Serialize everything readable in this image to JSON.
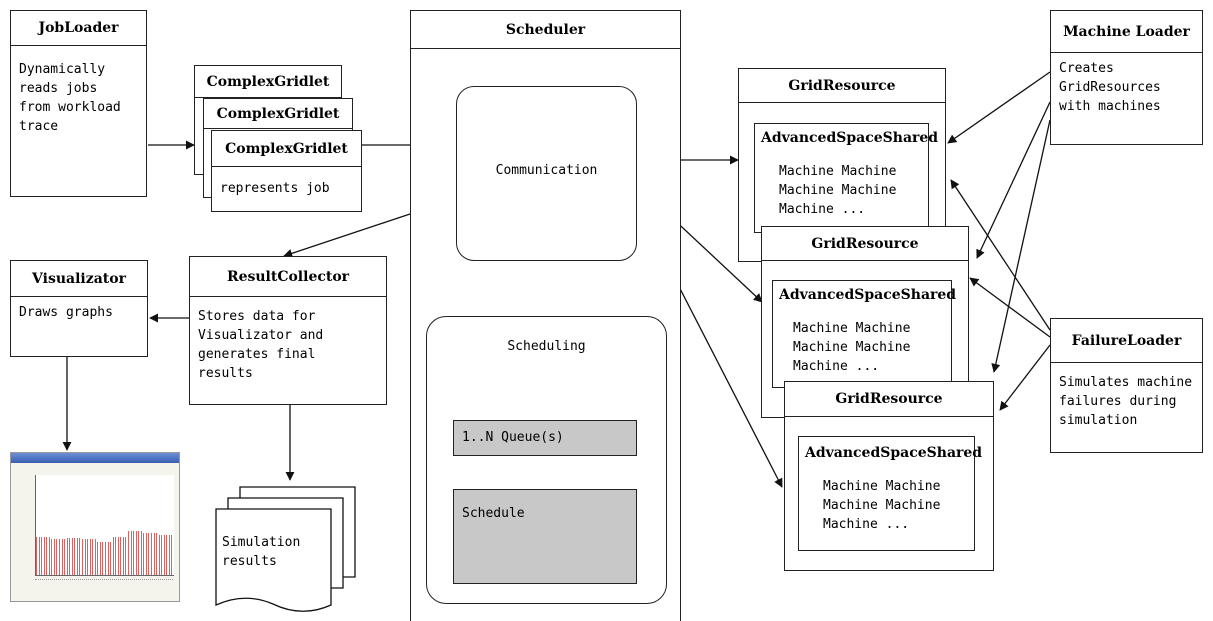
{
  "job_loader": {
    "title": "JobLoader",
    "text": "Dynamically\nreads jobs\nfrom workload\ntrace"
  },
  "gridlets": {
    "title1": "ComplexGridlet",
    "title2": "ComplexGridlet",
    "title3": "ComplexGridlet",
    "text": "represents job"
  },
  "scheduler": {
    "title": "Scheduler",
    "communication": "Communication",
    "scheduling": "Scheduling",
    "queues": "1..N Queue(s)",
    "schedule": "Schedule"
  },
  "grid_resources": [
    {
      "title": "GridResource",
      "inner_title": "AdvancedSpaceShared",
      "machines": "Machine Machine\nMachine Machine\nMachine ..."
    },
    {
      "title": "GridResource",
      "inner_title": "AdvancedSpaceShared",
      "machines": "Machine Machine\nMachine Machine\nMachine ..."
    },
    {
      "title": "GridResource",
      "inner_title": "AdvancedSpaceShared",
      "machines": "Machine Machine\nMachine Machine\nMachine ..."
    }
  ],
  "machine_loader": {
    "title": "Machine Loader",
    "text": "Creates\nGridResources\nwith machines"
  },
  "failure_loader": {
    "title": "FailureLoader",
    "text": "Simulates machine\nfailures during\nsimulation"
  },
  "visualizator": {
    "title": "Visualizator",
    "text": "Draws graphs"
  },
  "result_collector": {
    "title": "ResultCollector",
    "text": "Stores data for\nVisualizator and\ngenerates final\nresults"
  },
  "simulation_results": {
    "text": "Simulation\nresults"
  },
  "mini_chart": {
    "values": [
      0.38,
      0.36,
      0.37,
      0.36,
      0.33,
      0.38,
      0.44,
      0.42,
      0.4
    ]
  }
}
